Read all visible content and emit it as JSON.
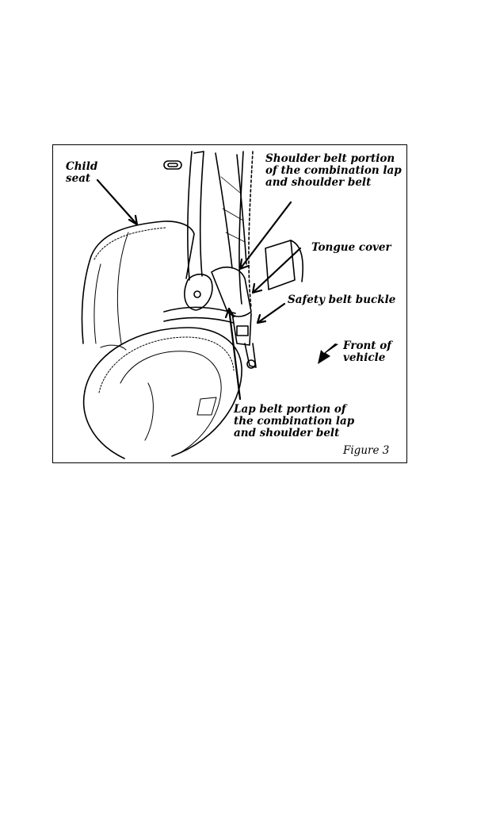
{
  "figure": {
    "caption": "Figure 3",
    "labels": {
      "child_seat": [
        "Child",
        "seat"
      ],
      "shoulder_belt": [
        "Shoulder belt portion",
        "of the combination lap",
        "and shoulder belt"
      ],
      "tongue_cover": [
        "Tongue cover"
      ],
      "buckle": [
        "Safety belt buckle"
      ],
      "front": [
        "Front of",
        "vehicle"
      ],
      "lap_belt": [
        "Lap belt portion of",
        "the combination lap",
        "and shoulder belt"
      ]
    }
  }
}
